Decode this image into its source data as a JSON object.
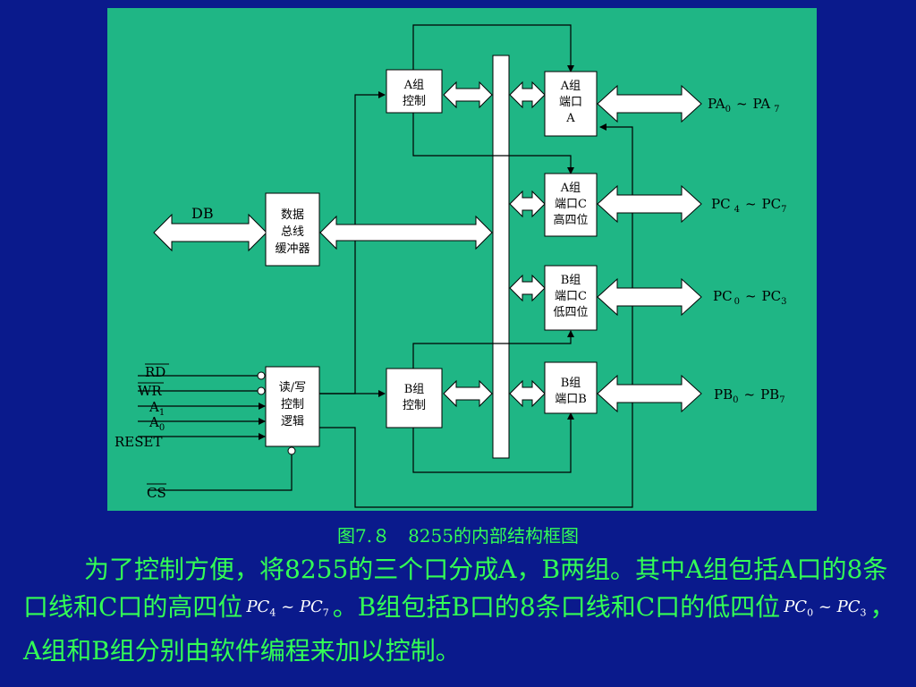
{
  "colors": {
    "background": "#0a1a8c",
    "panel": "#1fb685",
    "text_green": "#33ff55",
    "line": "#000000",
    "box": "#ffffff"
  },
  "blocks": {
    "a_ctrl": [
      "A组",
      "控制"
    ],
    "b_ctrl": [
      "B组",
      "控制"
    ],
    "port_a": [
      "A组",
      "端口",
      "A"
    ],
    "port_c_hi": [
      "A组",
      "端口C",
      "高四位"
    ],
    "port_c_lo": [
      "B组",
      "端口C",
      "低四位"
    ],
    "port_b": [
      "B组",
      "端口B"
    ],
    "bus_buffer": [
      "数据",
      "总线",
      "缓冲器"
    ],
    "rw_logic": [
      "读/写",
      "控制",
      "逻辑"
    ]
  },
  "db_label": "DB",
  "pins": {
    "rd": "RD",
    "wr": "WR",
    "a1": "A",
    "a1_sub": "1",
    "a0": "A",
    "a0_sub": "0",
    "reset": "RESET",
    "cs": "CS"
  },
  "ports": {
    "pa": {
      "l": "PA",
      "ls": "0",
      "mid": "~",
      "r": "PA",
      "rs": "7"
    },
    "pc_hi": {
      "l": "PC",
      "ls": "4",
      "mid": "~",
      "r": "PC",
      "rs": "7"
    },
    "pc_lo": {
      "l": "PC",
      "ls": "0",
      "mid": "~",
      "r": "PC",
      "rs": "3"
    },
    "pb": {
      "l": "PB",
      "ls": "0",
      "mid": "~",
      "r": "PB",
      "rs": "7"
    }
  },
  "caption": "图7.８　8255的内部结构框图",
  "paragraph": {
    "part1": "为了控制方便，将8255的三个口分成A，B两组。其中A组包括A口的8条口线和C口的高四位",
    "formula1": {
      "l": "PC",
      "ls": "4",
      "mid": "~",
      "r": "PC",
      "rs": "7"
    },
    "part2": "。B组包括B口的8条口线和C口的低四位",
    "formula2": {
      "l": "PC",
      "ls": "0",
      "mid": "~",
      "r": "PC",
      "rs": "3"
    },
    "part3": "，A组和B组分别由软件编程来加以控制。"
  }
}
